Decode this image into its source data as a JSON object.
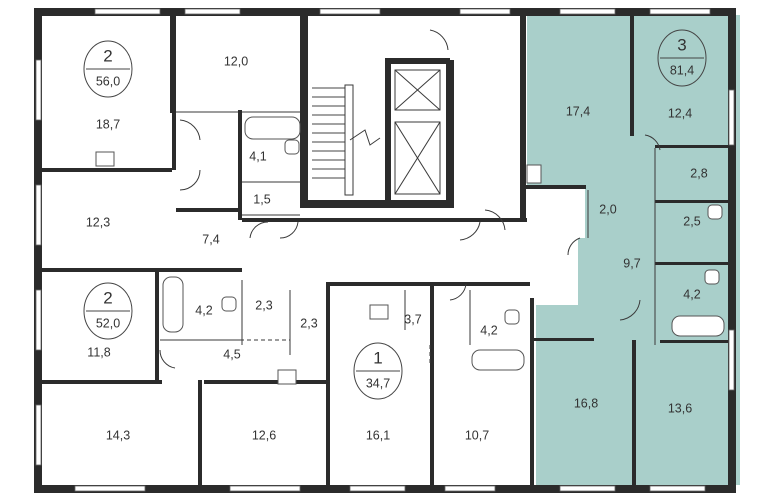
{
  "colors": {
    "highlight": "#a9cfca",
    "wall": "#2b2b2b",
    "window": "#9bb7b3"
  },
  "apartments": [
    {
      "id": "apt-2-a",
      "rooms": "2",
      "total": "56,0"
    },
    {
      "id": "apt-2-b",
      "rooms": "2",
      "total": "52,0"
    },
    {
      "id": "apt-1",
      "rooms": "1",
      "total": "34,7"
    },
    {
      "id": "apt-3",
      "rooms": "3",
      "total": "81,4",
      "highlighted": true
    }
  ],
  "rooms": {
    "r_18_7": "18,7",
    "r_12_0": "12,0",
    "r_4_1": "4,1",
    "r_1_5": "1,5",
    "r_12_3": "12,3",
    "r_7_4": "7,4",
    "r_4_2_left": "4,2",
    "r_2_3_a": "2,3",
    "r_2_3_b": "2,3",
    "r_11_8": "11,8",
    "r_4_5": "4,5",
    "r_14_3": "14,3",
    "r_12_6": "12,6",
    "r_16_1": "16,1",
    "r_3_7": "3,7",
    "r_4_2_mid": "4,2",
    "r_10_7": "10,7",
    "r_17_4": "17,4",
    "r_12_4": "12,4",
    "r_2_8": "2,8",
    "r_2_0": "2,0",
    "r_2_5": "2,5",
    "r_9_7": "9,7",
    "r_4_2_right": "4,2",
    "r_16_8": "16,8",
    "r_13_6": "13,6"
  }
}
